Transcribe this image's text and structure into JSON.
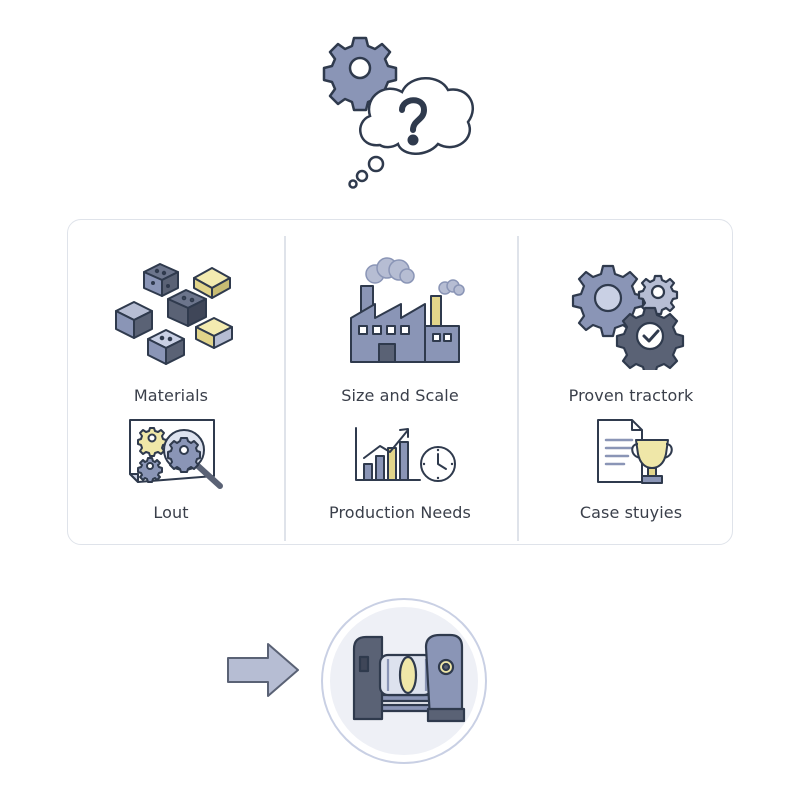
{
  "colors": {
    "outline": "#2f3a4d",
    "slate": "#8a95b6",
    "slate_dark": "#5a6275",
    "slate_light": "#c9d0e4",
    "yellow": "#efe7a8",
    "panel_border": "#dfe3ea"
  },
  "header": {
    "icons": [
      "gear-icon",
      "thought-bubble-icon",
      "question-mark-icon"
    ]
  },
  "grid": {
    "items": [
      {
        "label": "Materials",
        "icon": "material-blocks-icon"
      },
      {
        "label": "Size and Scale",
        "icon": "factory-icon"
      },
      {
        "label": "Proven tractork",
        "icon": "gears-check-icon"
      },
      {
        "label": "Lout",
        "icon": "layout-magnifier-icon"
      },
      {
        "label": "Production Needs",
        "icon": "growth-chart-clock-icon"
      },
      {
        "label": "Case stuyies",
        "icon": "document-trophy-icon"
      }
    ]
  },
  "footer": {
    "icons": [
      "right-arrow-icon",
      "machine-icon"
    ]
  }
}
